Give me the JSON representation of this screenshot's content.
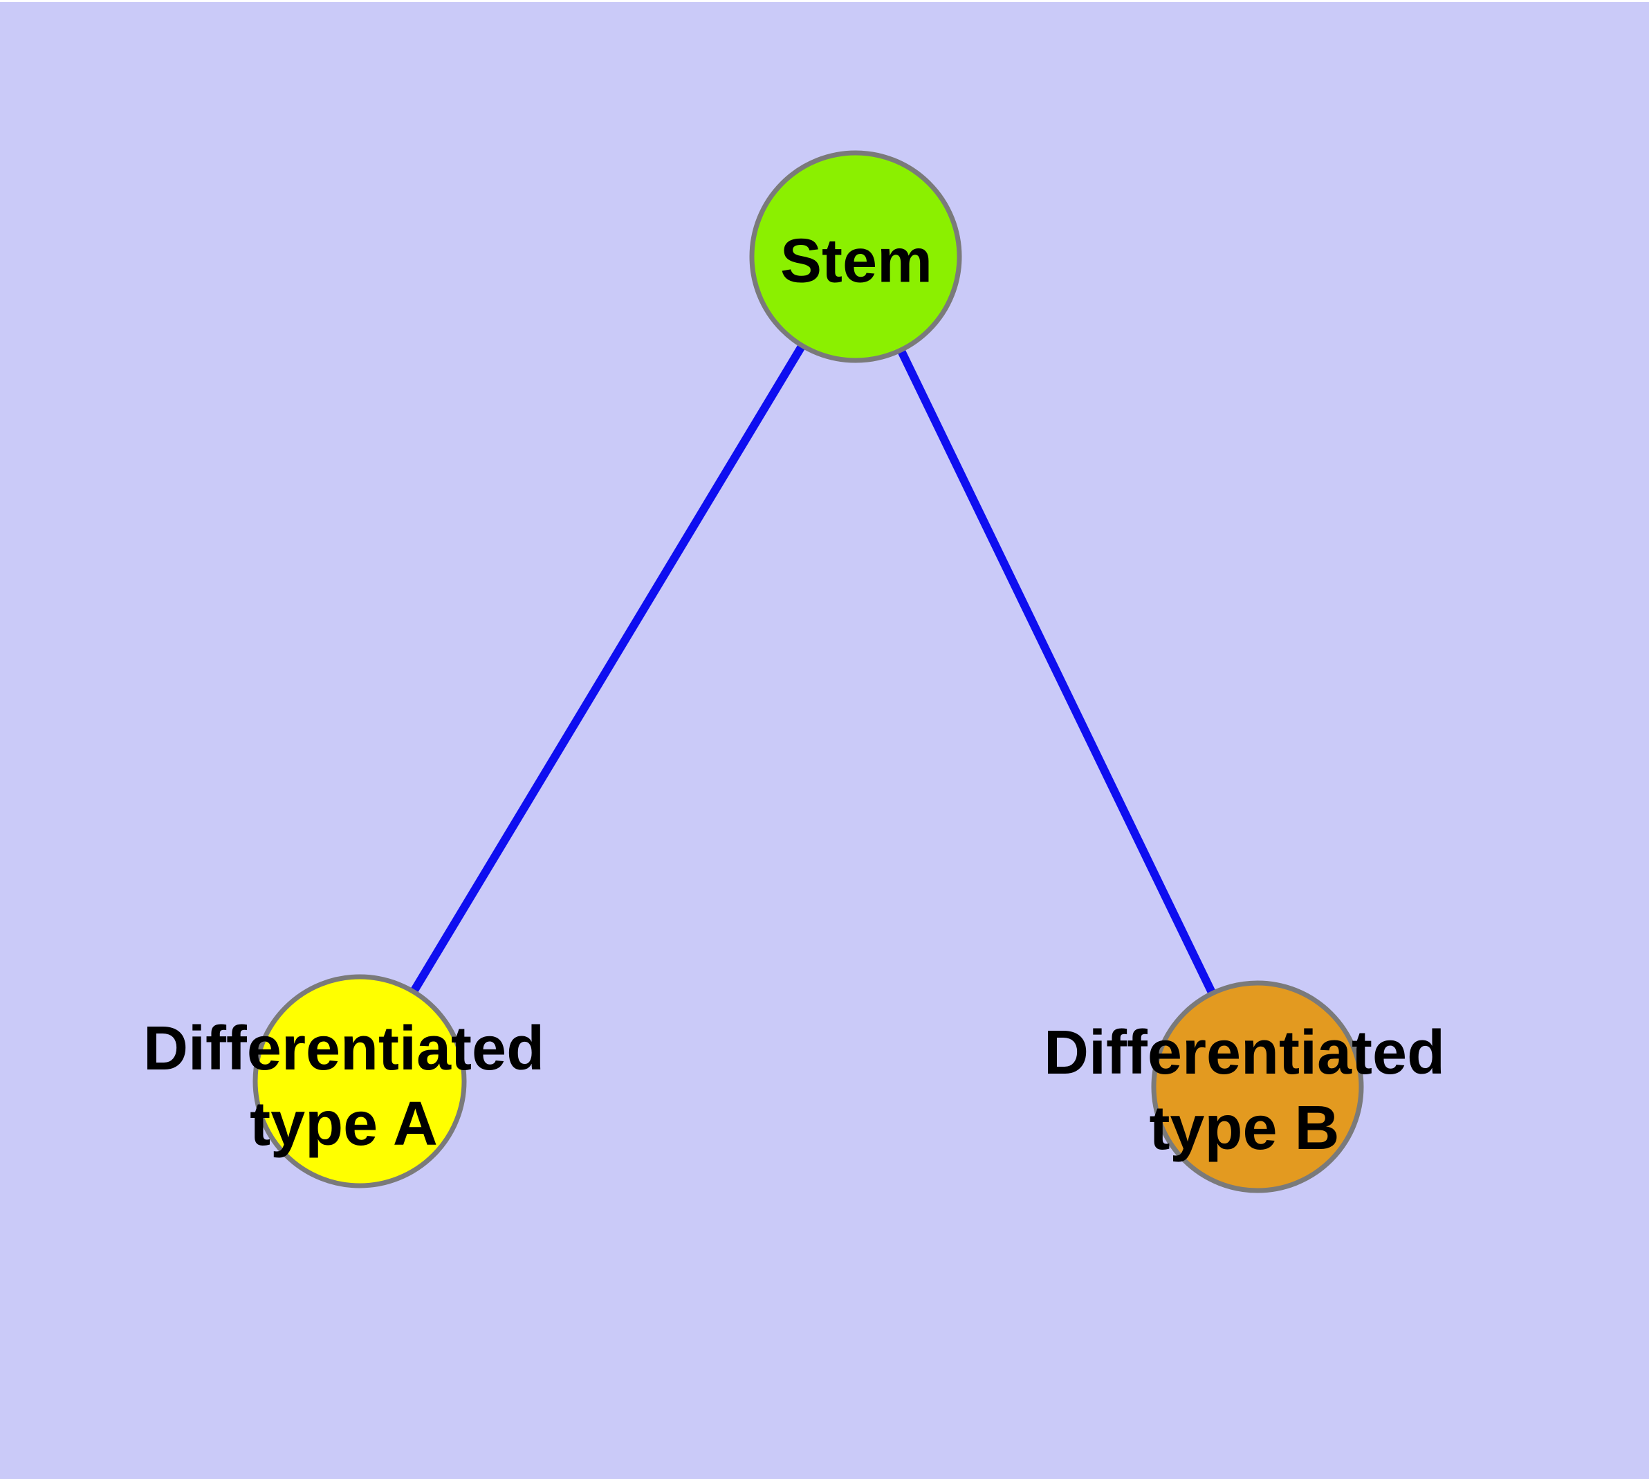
{
  "figure": {
    "type": "network-diagram",
    "description": "Stem cell differentiation graph: one stem node connected to two differentiated cell type nodes",
    "background_color": "#CACAF8",
    "top_edge_color": "#FFFFFF",
    "text_color": "#000000",
    "node_border_color": "#7A7A7A",
    "edge_color": "#0E0EF0",
    "nodes": [
      {
        "id": "stem",
        "label": "Stem",
        "fill": "#8BF000"
      },
      {
        "id": "differentiated-type-a",
        "label": "Differentiated\ntype A",
        "fill": "#FFFF00"
      },
      {
        "id": "differentiated-type-b",
        "label": "Differentiated\ntype B",
        "fill": "#E39A20"
      }
    ],
    "edges": [
      {
        "from": "stem",
        "to": "differentiated-type-a"
      },
      {
        "from": "stem",
        "to": "differentiated-type-b"
      }
    ]
  }
}
